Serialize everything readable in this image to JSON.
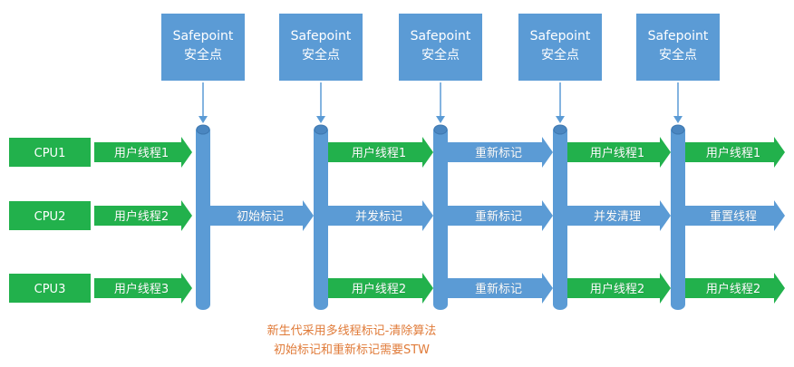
{
  "safepoints": [
    {
      "line1": "Safepoint",
      "line2": "安全点"
    },
    {
      "line1": "Safepoint",
      "line2": "安全点"
    },
    {
      "line1": "Safepoint",
      "line2": "安全点"
    },
    {
      "line1": "Safepoint",
      "line2": "安全点"
    },
    {
      "line1": "Safepoint",
      "line2": "安全点"
    }
  ],
  "cpus": [
    "CPU1",
    "CPU2",
    "CPU3"
  ],
  "segments": [
    {
      "row": 0,
      "stage": 0,
      "label": "用户线程1",
      "color": "green"
    },
    {
      "row": 1,
      "stage": 0,
      "label": "用户线程2",
      "color": "green"
    },
    {
      "row": 2,
      "stage": 0,
      "label": "用户线程3",
      "color": "green"
    },
    {
      "row": 1,
      "stage": 1,
      "label": "初始标记",
      "color": "blue"
    },
    {
      "row": 0,
      "stage": 2,
      "label": "用户线程1",
      "color": "green"
    },
    {
      "row": 1,
      "stage": 2,
      "label": "并发标记",
      "color": "blue"
    },
    {
      "row": 2,
      "stage": 2,
      "label": "用户线程2",
      "color": "green"
    },
    {
      "row": 0,
      "stage": 3,
      "label": "重新标记",
      "color": "blue"
    },
    {
      "row": 1,
      "stage": 3,
      "label": "重新标记",
      "color": "blue"
    },
    {
      "row": 2,
      "stage": 3,
      "label": "重新标记",
      "color": "blue"
    },
    {
      "row": 0,
      "stage": 4,
      "label": "用户线程1",
      "color": "green"
    },
    {
      "row": 1,
      "stage": 4,
      "label": "并发清理",
      "color": "blue"
    },
    {
      "row": 2,
      "stage": 4,
      "label": "用户线程2",
      "color": "green"
    },
    {
      "row": 0,
      "stage": 5,
      "label": "用户线程1",
      "color": "green"
    },
    {
      "row": 1,
      "stage": 5,
      "label": "重置线程",
      "color": "blue"
    },
    {
      "row": 2,
      "stage": 5,
      "label": "用户线程2",
      "color": "green"
    }
  ],
  "caption": {
    "line1": "新生代采用多线程标记-清除算法",
    "line2": "初始标记和重新标记需要STW"
  },
  "colors": {
    "safepoint": "#5b9bd5",
    "cpu": "#22b14c",
    "green_arrow": "#22b14c",
    "blue_arrow": "#5b9bd5",
    "caption": "#e07b39"
  }
}
